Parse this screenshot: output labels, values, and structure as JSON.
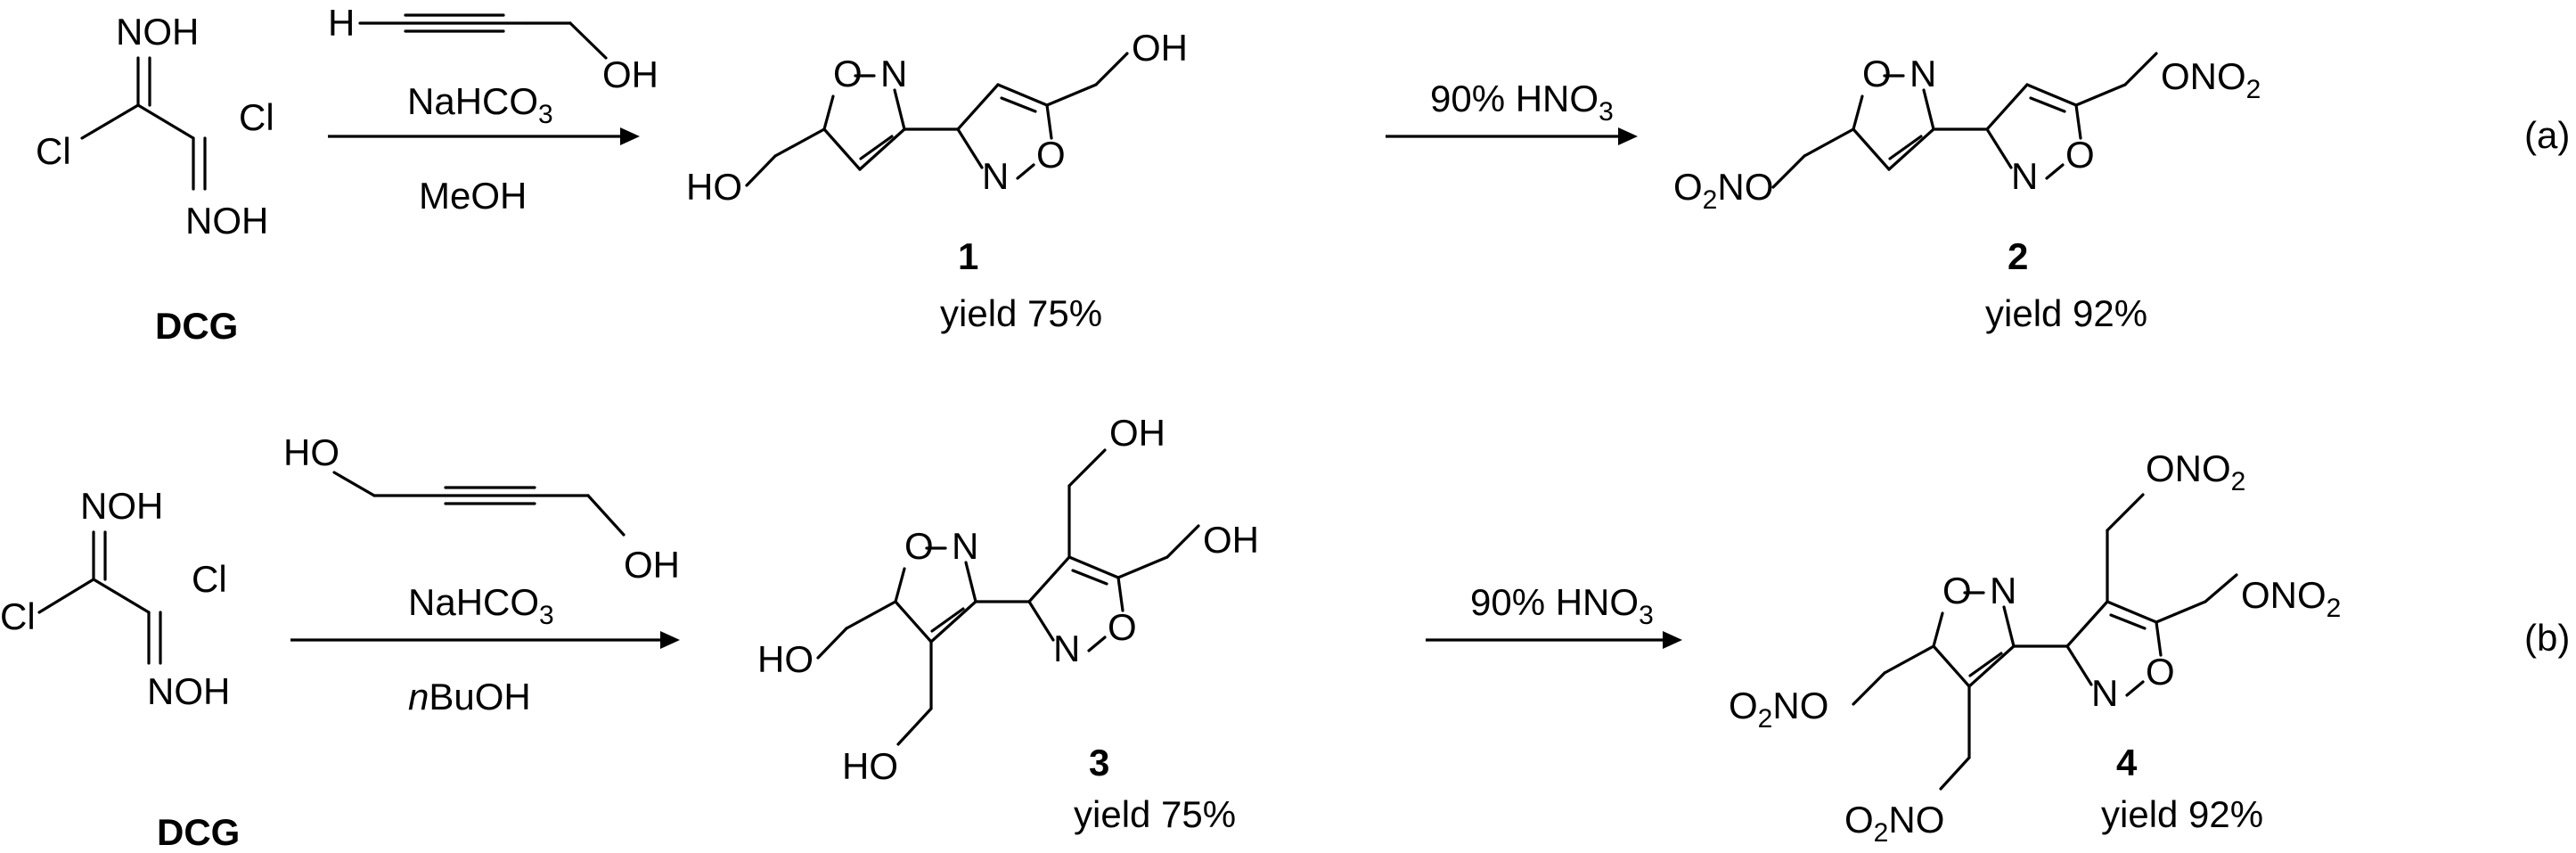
{
  "reaction_a": {
    "dcg_label": "DCG",
    "reagent_groups": {
      "hydroxyl": "OH",
      "hydrogen": "H"
    },
    "base": {
      "main": "NaHCO",
      "sub": "3"
    },
    "solvent": "MeOH",
    "nitration": {
      "prefix": "90% HNO",
      "sub": "3"
    },
    "product1": {
      "number": "1",
      "yield": "yield 75%"
    },
    "product2": {
      "number": "2",
      "yield": "yield 92%"
    },
    "tag": "(a)"
  },
  "reaction_b": {
    "dcg_label": "DCG",
    "reagent_groups": {
      "hydroxyl": "OH",
      "hydroxyl_left": "HO"
    },
    "base": {
      "main": "NaHCO",
      "sub": "3"
    },
    "solvent": {
      "italic": "n",
      "rest": "BuOH"
    },
    "nitration": {
      "prefix": "90% HNO",
      "sub": "3"
    },
    "product3": {
      "number": "3",
      "yield": "yield 75%"
    },
    "product4": {
      "number": "4",
      "yield": "yield 92%"
    },
    "tag": "(b)"
  },
  "atoms": {
    "oxime": "NOH",
    "chlorine": "Cl",
    "ring_oxygen": "O",
    "ring_nitrogen": "N",
    "hydroxyl": "OH",
    "hydroxyl_left": "HO",
    "nitrate_right": {
      "main": "ONO",
      "sub": "2"
    },
    "nitrate_left": {
      "pre": "O",
      "sub": "2",
      "post": "NO"
    }
  }
}
